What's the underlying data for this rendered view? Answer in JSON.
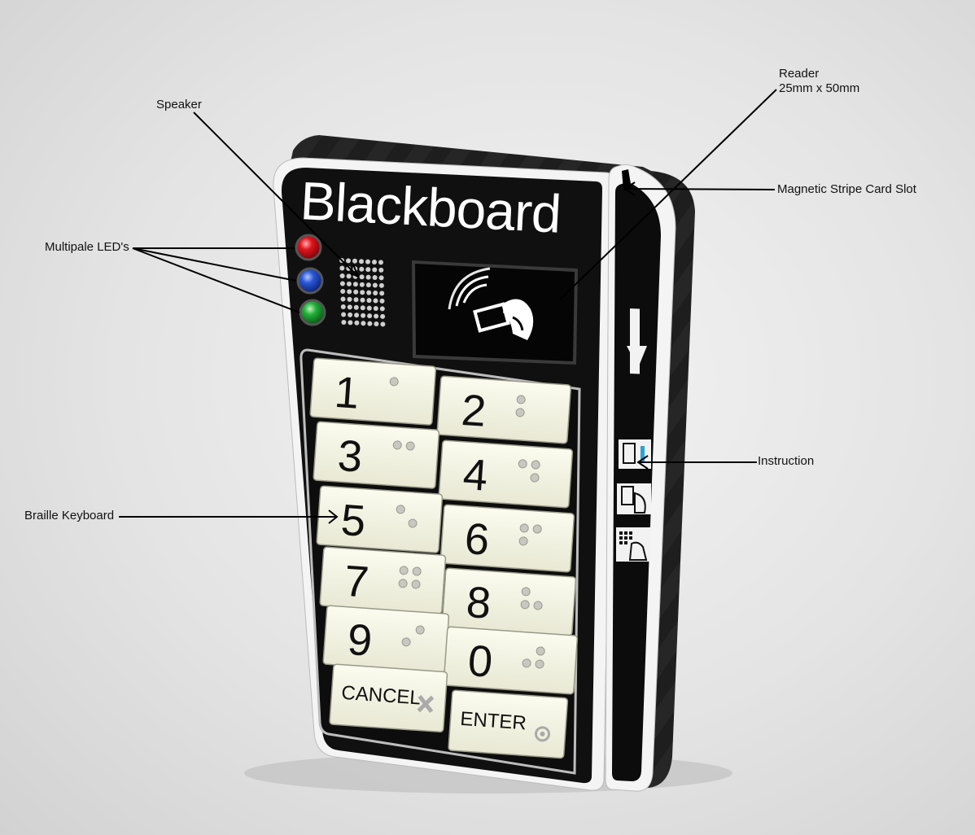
{
  "annotations": {
    "speaker": "Speaker",
    "reader_title": "Reader",
    "reader_size": "25mm x 50mm",
    "card_slot": "Magnetic Stripe Card Slot",
    "leds": "Multipale LED's",
    "instruction": "Instruction",
    "braille_keyboard": "Braille Keyboard"
  },
  "device": {
    "brand": "Blackboard",
    "led_colors": [
      "#e0141c",
      "#2a58d8",
      "#22b03a"
    ],
    "keys": [
      "1",
      "2",
      "3",
      "4",
      "5",
      "6",
      "7",
      "8",
      "9",
      "0"
    ],
    "cancel_label": "CANCEL",
    "enter_label": "ENTER",
    "reader_icon": "contactless-card-icon",
    "instruction_icons": [
      "card-insert-icon",
      "card-tap-icon",
      "keypad-press-icon"
    ]
  }
}
